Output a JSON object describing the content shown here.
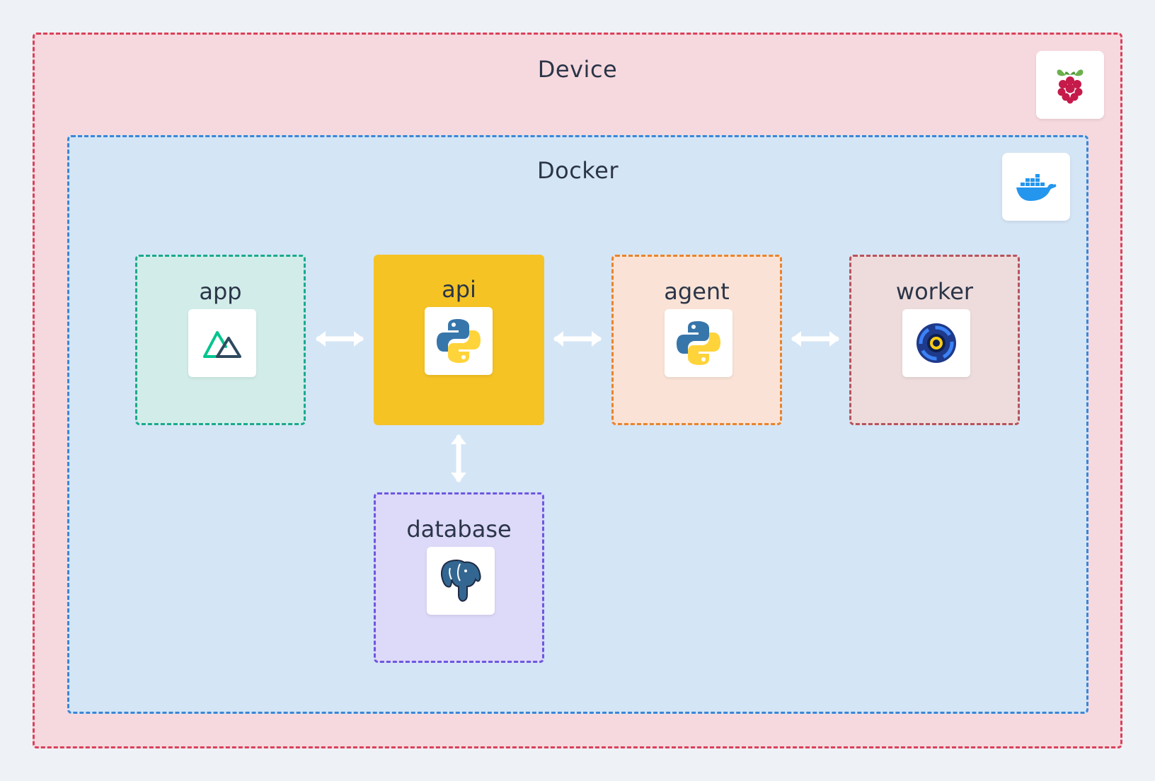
{
  "device": {
    "title": "Device",
    "icon": "raspberry-pi-icon"
  },
  "docker": {
    "title": "Docker",
    "icon": "docker-icon"
  },
  "services": {
    "app": {
      "label": "app",
      "icon": "nuxt-icon"
    },
    "api": {
      "label": "api",
      "icon": "python-icon"
    },
    "agent": {
      "label": "agent",
      "icon": "python-icon"
    },
    "worker": {
      "label": "worker",
      "icon": "worker-icon"
    },
    "database": {
      "label": "database",
      "icon": "postgresql-icon"
    }
  },
  "connections": [
    {
      "from": "app",
      "to": "api",
      "direction": "bidirectional"
    },
    {
      "from": "api",
      "to": "agent",
      "direction": "bidirectional"
    },
    {
      "from": "agent",
      "to": "worker",
      "direction": "bidirectional"
    },
    {
      "from": "api",
      "to": "database",
      "direction": "bidirectional"
    }
  ],
  "colors": {
    "device_border": "#d9415b",
    "docker_border": "#3b86d6",
    "app": "#1aa98f",
    "api": "#f5c324",
    "agent": "#e8842e",
    "worker": "#b5545e",
    "database": "#6c58e0"
  }
}
